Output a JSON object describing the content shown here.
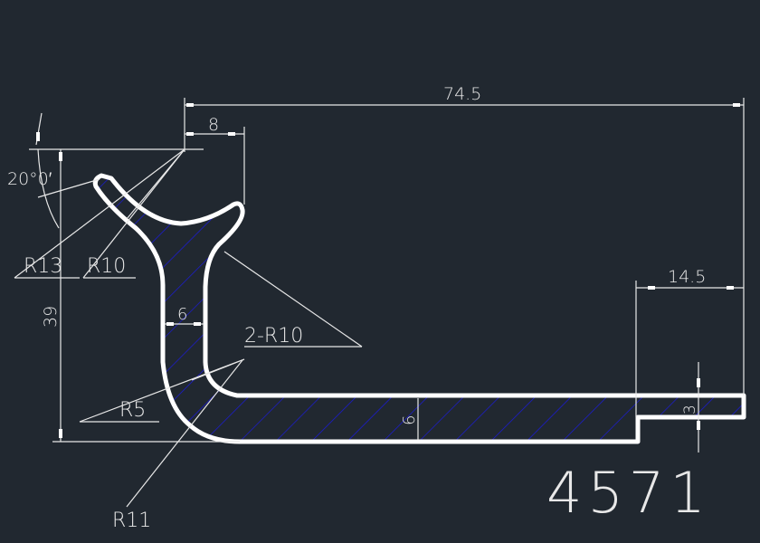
{
  "drawing": {
    "part_number": "4571",
    "colors": {
      "background": "#212830",
      "outline": "#ffffff",
      "hatch": "#1a1adc",
      "dimension": "#e8e8e8"
    },
    "dimensions": {
      "overall_width": "74.5",
      "top_width": "8",
      "height": "39",
      "step_width": "14.5",
      "step_thickness": "3",
      "web_thickness": "6",
      "flange_thickness": "6",
      "angle": "20°0′",
      "radius_outer": "R13",
      "radius_inner": "R10",
      "radius_pair": "2-R10",
      "radius_fillet": "R5",
      "radius_bottom": "R11"
    }
  }
}
